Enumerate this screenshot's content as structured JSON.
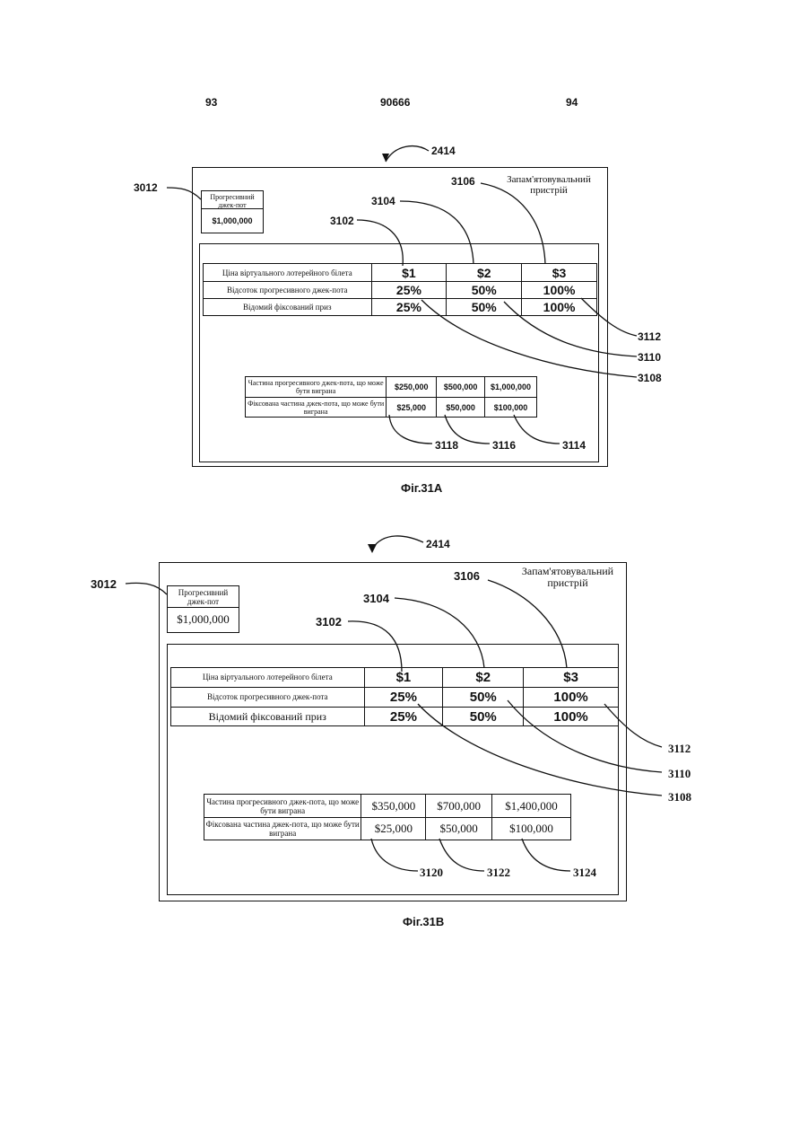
{
  "header": {
    "left_page": "93",
    "doc_number": "90666",
    "right_page": "94"
  },
  "fig_a": {
    "caption": "Фіг.31А",
    "ref_system": "2414",
    "ref_jackpot": "3012",
    "jackpot_title": "Прогресивний джек-пот",
    "jackpot_value": "$1,000,000",
    "memory_label": "Запам'ятовувальний пристрій",
    "refs": {
      "r3102": "3102",
      "r3104": "3104",
      "r3106": "3106",
      "r3108": "3108",
      "r3110": "3110",
      "r3112": "3112",
      "r3114": "3114",
      "r3116": "3116",
      "r3118": "3118"
    },
    "table1": {
      "rows": [
        {
          "label": "Ціна віртуального лотерейного білета",
          "v1": "$1",
          "v2": "$2",
          "v3": "$3"
        },
        {
          "label": "Відсоток прогресивного джек-пота",
          "v1": "25%",
          "v2": "50%",
          "v3": "100%"
        },
        {
          "label": "Відомий фіксований приз",
          "v1": "25%",
          "v2": "50%",
          "v3": "100%"
        }
      ]
    },
    "table2": {
      "rows": [
        {
          "label": "Частина прогресивного джек-пота, що може бути виграна",
          "v1": "$250,000",
          "v2": "$500,000",
          "v3": "$1,000,000"
        },
        {
          "label": "Фіксована частина джек-пота, що може бути виграна",
          "v1": "$25,000",
          "v2": "$50,000",
          "v3": "$100,000"
        }
      ]
    }
  },
  "fig_b": {
    "caption": "Фіг.31В",
    "ref_system": "2414",
    "ref_jackpot": "3012",
    "jackpot_title": "Прогресивний джек-пот",
    "jackpot_value": "$1,000,000",
    "memory_label": "Запам'ятовувальний пристрій",
    "refs": {
      "r3102": "3102",
      "r3104": "3104",
      "r3106": "3106",
      "r3108": "3108",
      "r3110": "3110",
      "r3112": "3112",
      "r3120": "3120",
      "r3122": "3122",
      "r3124": "3124"
    },
    "table1": {
      "rows": [
        {
          "label": "Ціна віртуального лотерейного білета",
          "v1": "$1",
          "v2": "$2",
          "v3": "$3"
        },
        {
          "label": "Відсоток прогресивного джек-пота",
          "v1": "25%",
          "v2": "50%",
          "v3": "100%"
        },
        {
          "label": "Відомий фіксований приз",
          "v1": "25%",
          "v2": "50%",
          "v3": "100%"
        }
      ]
    },
    "table2": {
      "rows": [
        {
          "label": "Частина прогресивного джек-пота, що може бути виграна",
          "v1": "$350,000",
          "v2": "$700,000",
          "v3": "$1,400,000"
        },
        {
          "label": "Фіксована частина джек-пота, що може бути виграна",
          "v1": "$25,000",
          "v2": "$50,000",
          "v3": "$100,000"
        }
      ]
    }
  }
}
